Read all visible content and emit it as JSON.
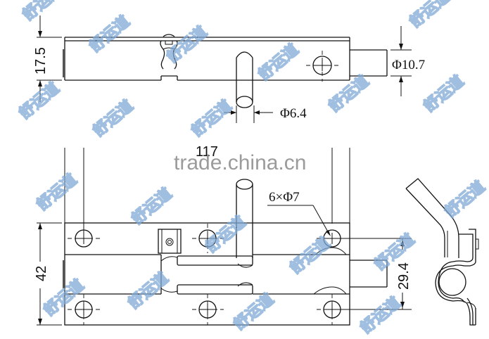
{
  "diagram": {
    "type": "mechanical-technical-drawing",
    "subject": "spring bolt latch (door bolt) with mounting plate",
    "views": [
      {
        "name": "top-view",
        "description": "narrow side view of bolt body with spring clip and handle pin"
      },
      {
        "name": "front-view",
        "description": "mounting plate with 6 countersunk screw holes, keeper clip and bolt"
      },
      {
        "name": "side-view",
        "description": "end profile showing bent handle and curled hinge"
      }
    ],
    "dimensions": {
      "body_thickness": "17.5",
      "bolt_diameter": "Φ10.7",
      "handle_diameter": "Φ6.4",
      "overall_length": "117",
      "plate_height": "42",
      "hole_spec": "6×Φ7",
      "hole_spacing_vertical": "29.4"
    },
    "watermarks": {
      "brand": "舒运道",
      "site": "trade.china.cn"
    },
    "colors": {
      "line": "#111111",
      "watermark": "#7fa9d6",
      "site_text": "#8a8a8a",
      "background": "#ffffff"
    }
  }
}
